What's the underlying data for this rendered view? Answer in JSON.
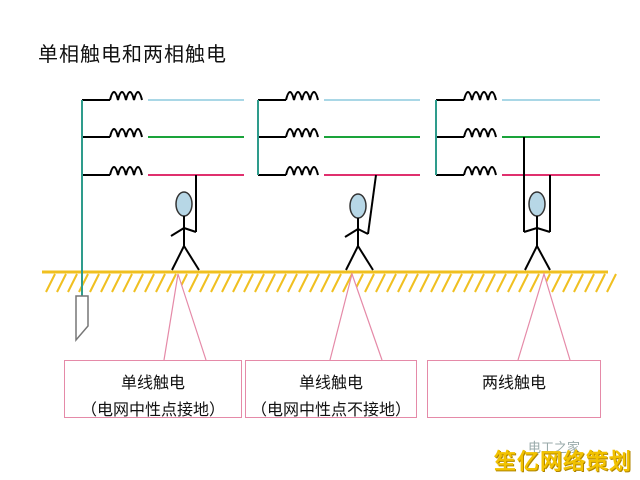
{
  "title": "单相触电和两相触电",
  "captions": [
    {
      "line1": "单线触电",
      "line2": "（电网中性点接地）"
    },
    {
      "line1": "单线触电",
      "line2": "（电网中性点不接地）"
    },
    {
      "line1": "两线触电",
      "line2": ""
    }
  ],
  "watermark_small": "电工之家",
  "watermark": "笙亿网络策划",
  "colors": {
    "phase_top": "#a9d7e6",
    "phase_mid": "#1aa33a",
    "phase_bot": "#e0306e",
    "neutral": "#2e9c8c",
    "ground": "#f0c020",
    "box_border": "#e58aa8",
    "figure_head": "#b7d7e6"
  }
}
